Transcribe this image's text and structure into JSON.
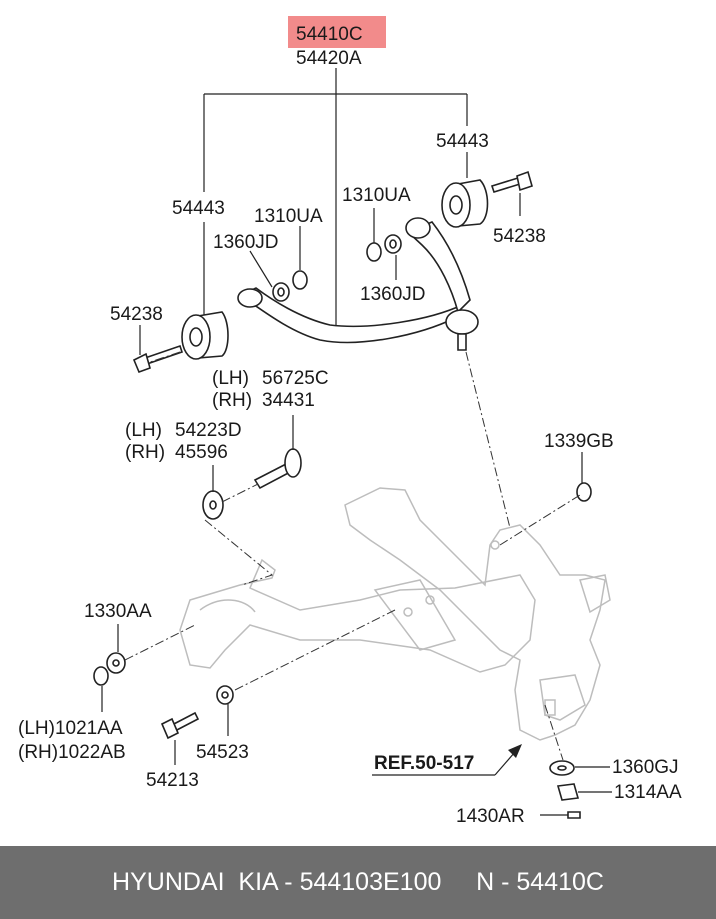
{
  "labels": {
    "main_part": "54410C",
    "alt_part": "54420A",
    "bushing_right": "54443",
    "bushing_left": "54443",
    "bolt_right": "54238",
    "bolt_left": "54238",
    "nut_right": "1310UA",
    "nut_left": "1310UA",
    "washer_left": "1360JD",
    "washer_right": "1360JD",
    "cam_bolt_lh_tag": "(LH)",
    "cam_bolt_lh": "56725C",
    "cam_bolt_rh_tag": "(RH)",
    "cam_bolt_rh": "34431",
    "cam_lh_tag": "(LH)",
    "cam_lh": "54223D",
    "cam_rh_tag": "(RH)",
    "cam_rh": "45596",
    "nut_knuckle": "1339GB",
    "washer_lower": "1330AA",
    "nut_lower_lh": "(LH)1021AA",
    "nut_lower_rh": "(RH)1022AB",
    "bolt_lower": "54213",
    "washer_bolt": "54523",
    "reference": "REF.50-517",
    "washer_ball": "1360GJ",
    "castle_nut": "1314AA",
    "cotter_pin": "1430AR"
  },
  "footer": {
    "text": "HYUNDAI  KIA - 544103E100     N - 54410C"
  },
  "colors": {
    "highlight": "#f28b8b",
    "footer_bg": "#6e6e6e",
    "line": "#222222",
    "ghost": "#bdbdbd"
  }
}
